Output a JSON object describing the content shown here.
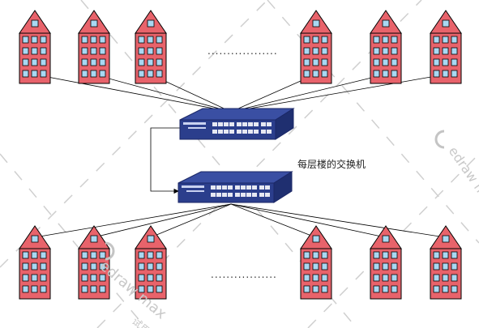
{
  "diagram": {
    "switch_label": "每层楼的交换机",
    "ellipsis_top": "..................",
    "ellipsis_bottom": ".................",
    "watermark": {
      "brand": "edraw max",
      "trial": "试用"
    }
  },
  "colors": {
    "building_wall": "#e8636b",
    "building_window": "#a9d8f2",
    "building_outline": "#000000",
    "switch_body": "#2b3e8c",
    "line": "#000000"
  },
  "icons": {
    "building": "building-icon",
    "switch": "network-switch-icon"
  }
}
